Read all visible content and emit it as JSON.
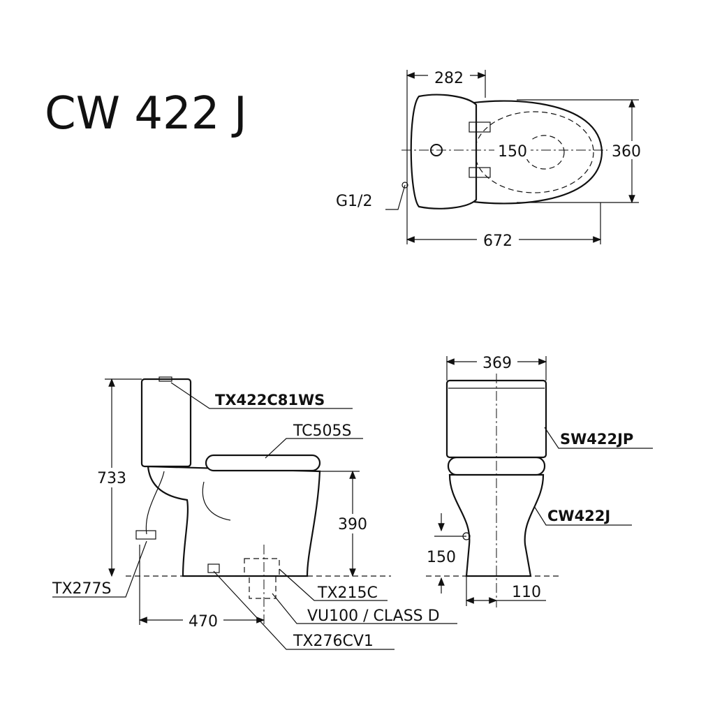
{
  "title": "CW 422 J",
  "top_view": {
    "width_tank": "282",
    "center_offset": "150",
    "depth": "360",
    "supply": "G1/2",
    "length": "672"
  },
  "side_view": {
    "tank_part": "TX422C81WS",
    "seat_part": "TC505S",
    "height": "733",
    "seat_height": "390",
    "valve_part": "TX277S",
    "flange_part": "TX215C",
    "drain": "VU100 / CLASS D",
    "rough_in": "470",
    "bolt_part": "TX276CV1"
  },
  "front_view": {
    "width": "369",
    "tank_part": "SW422JP",
    "bowl_part": "CW422J",
    "supply_height": "150",
    "supply_offset": "110"
  }
}
